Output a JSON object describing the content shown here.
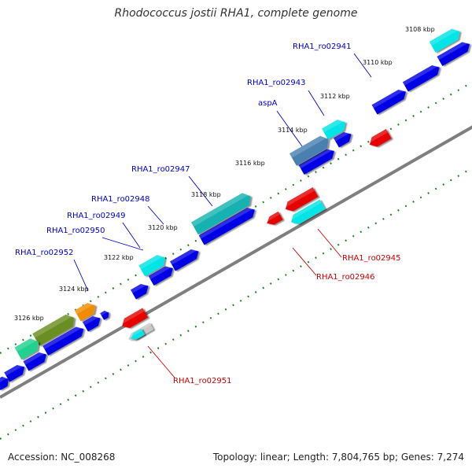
{
  "title": "Rhodococcus jostii RHA1, complete genome",
  "footer": {
    "accession": "Accession: NC_008268",
    "stats": "Topology: linear; Length: 7,804,765 bp; Genes: 7,274"
  },
  "colors": {
    "backbone": "#7f7f7f",
    "tick": "#1a7f1a",
    "forward_gene": "#0000e6",
    "reverse_gene": "#e60000",
    "forward_label": "#0000cc",
    "reverse_label": "#cc0000",
    "cyan": "#00e5e5",
    "teal": "#19b2b2",
    "steel": "#4a80b0",
    "olive": "#6b8e23",
    "orange": "#f08c00",
    "mint": "#20d090",
    "silver": "#c8c8c8"
  },
  "kbp_markers": [
    "3108 kbp",
    "3110 kbp",
    "3112 kbp",
    "3114 kbp",
    "3116 kbp",
    "3118 kbp",
    "3120 kbp",
    "3122 kbp",
    "3124 kbp",
    "3126 kbp"
  ],
  "gene_labels": [
    {
      "text": "RHA1_ro02941",
      "strand": "forward"
    },
    {
      "text": "RHA1_ro02943",
      "strand": "forward"
    },
    {
      "text": "aspA",
      "strand": "forward"
    },
    {
      "text": "RHA1_ro02947",
      "strand": "forward"
    },
    {
      "text": "RHA1_ro02948",
      "strand": "forward"
    },
    {
      "text": "RHA1_ro02949",
      "strand": "forward"
    },
    {
      "text": "RHA1_ro02950",
      "strand": "forward"
    },
    {
      "text": "RHA1_ro02952",
      "strand": "forward"
    },
    {
      "text": "RHA1_ro02945",
      "strand": "reverse"
    },
    {
      "text": "RHA1_ro02946",
      "strand": "reverse"
    },
    {
      "text": "RHA1_ro02951",
      "strand": "reverse"
    }
  ]
}
